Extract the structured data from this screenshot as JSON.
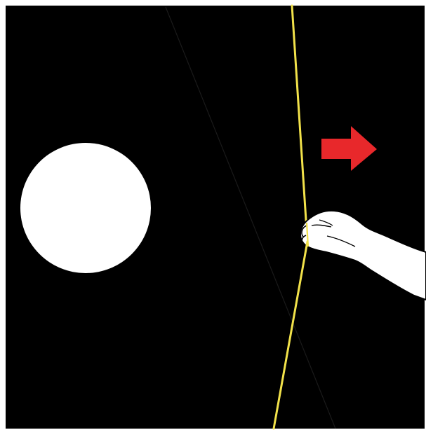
{
  "scene": {
    "background_color": "#ffffff",
    "panel_color": "#000000",
    "ball_color": "#ffffff",
    "string_color": "#f2e24a",
    "guide_line_color": "#1a1a1a",
    "arrow_color": "#e8282b",
    "hand_color": "#ffffff",
    "hand_outline_color": "#000000",
    "elements": [
      "white-ball",
      "yellow-string",
      "faint-diagonal-line",
      "red-arrow-right",
      "hand-pulling-string"
    ],
    "arrow_direction": "right"
  }
}
